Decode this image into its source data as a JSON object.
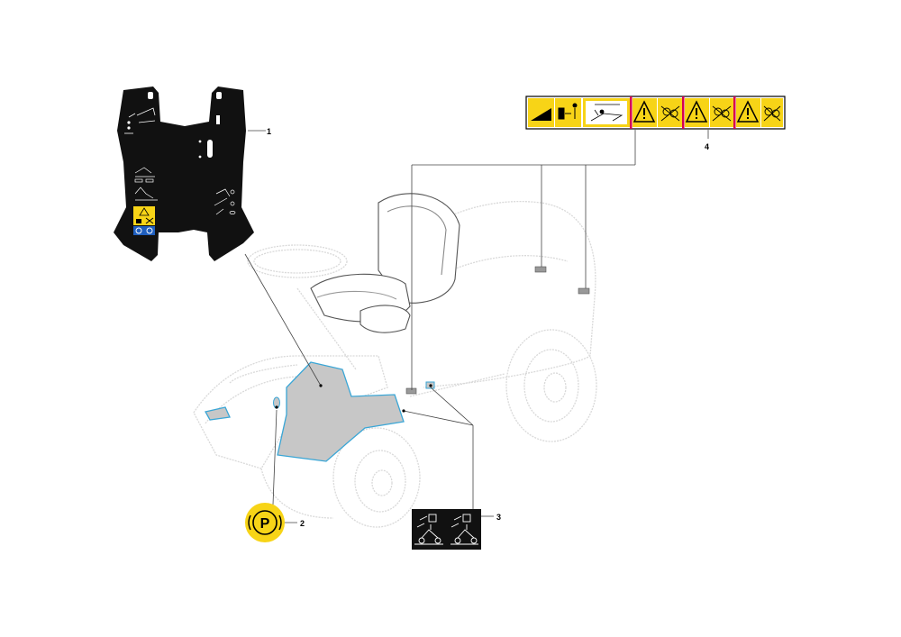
{
  "diagram": {
    "callouts": {
      "c1": "1",
      "c2": "2",
      "c3": "3",
      "c4": "4"
    },
    "parking_symbol": "P",
    "colors": {
      "mat": "#111111",
      "floor_fill": "#c7c7c7",
      "floor_outline": "#3aa6d6",
      "warning_yellow": "#f7d417",
      "label_red": "#d6004f",
      "info_blue": "#1f5fbf",
      "tractor_outline": "#d9d9d9"
    },
    "icons": {
      "mat_decal": "floor-mat-decal",
      "parking_brake": "parking-brake-icon",
      "mower_decal": "mower-operation-decal",
      "warning_strip": "warning-strip-decal"
    }
  }
}
